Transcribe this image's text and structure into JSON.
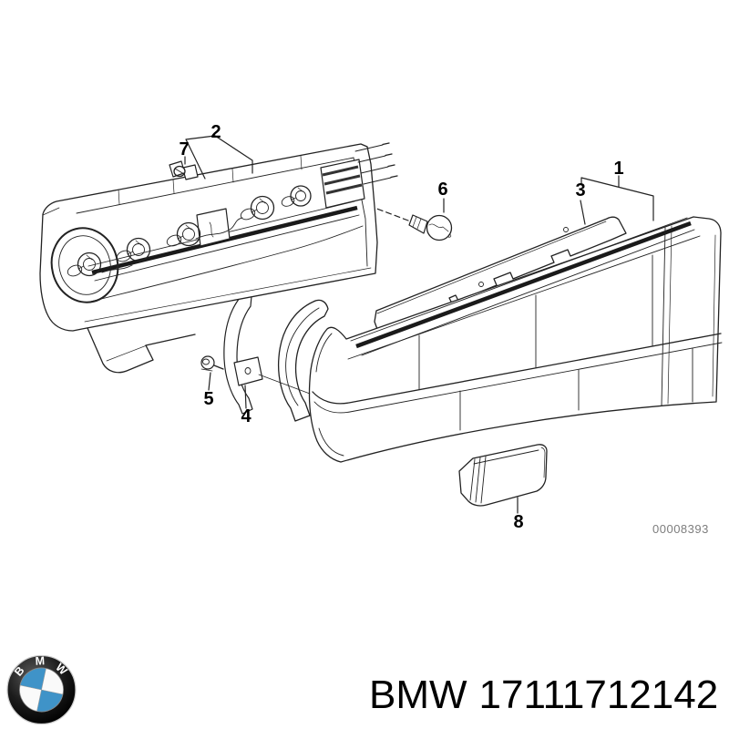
{
  "diagram": {
    "watermark": "00008393",
    "callouts": {
      "c1": "1",
      "c2": "2",
      "c3": "3",
      "c4": "4",
      "c5": "5",
      "c6": "6",
      "c7": "7",
      "c8": "8"
    }
  },
  "footer": {
    "brand": "BMW",
    "part_number": "17111712142"
  },
  "logo": {
    "letters": [
      "B",
      "M",
      "W"
    ]
  },
  "colors": {
    "line": "#222222",
    "dark_strip": "#1a1a1a",
    "watermark_gray": "#7d7d7d",
    "logo_blue": "#3f93c8",
    "text_black": "#000000",
    "background": "#ffffff"
  }
}
